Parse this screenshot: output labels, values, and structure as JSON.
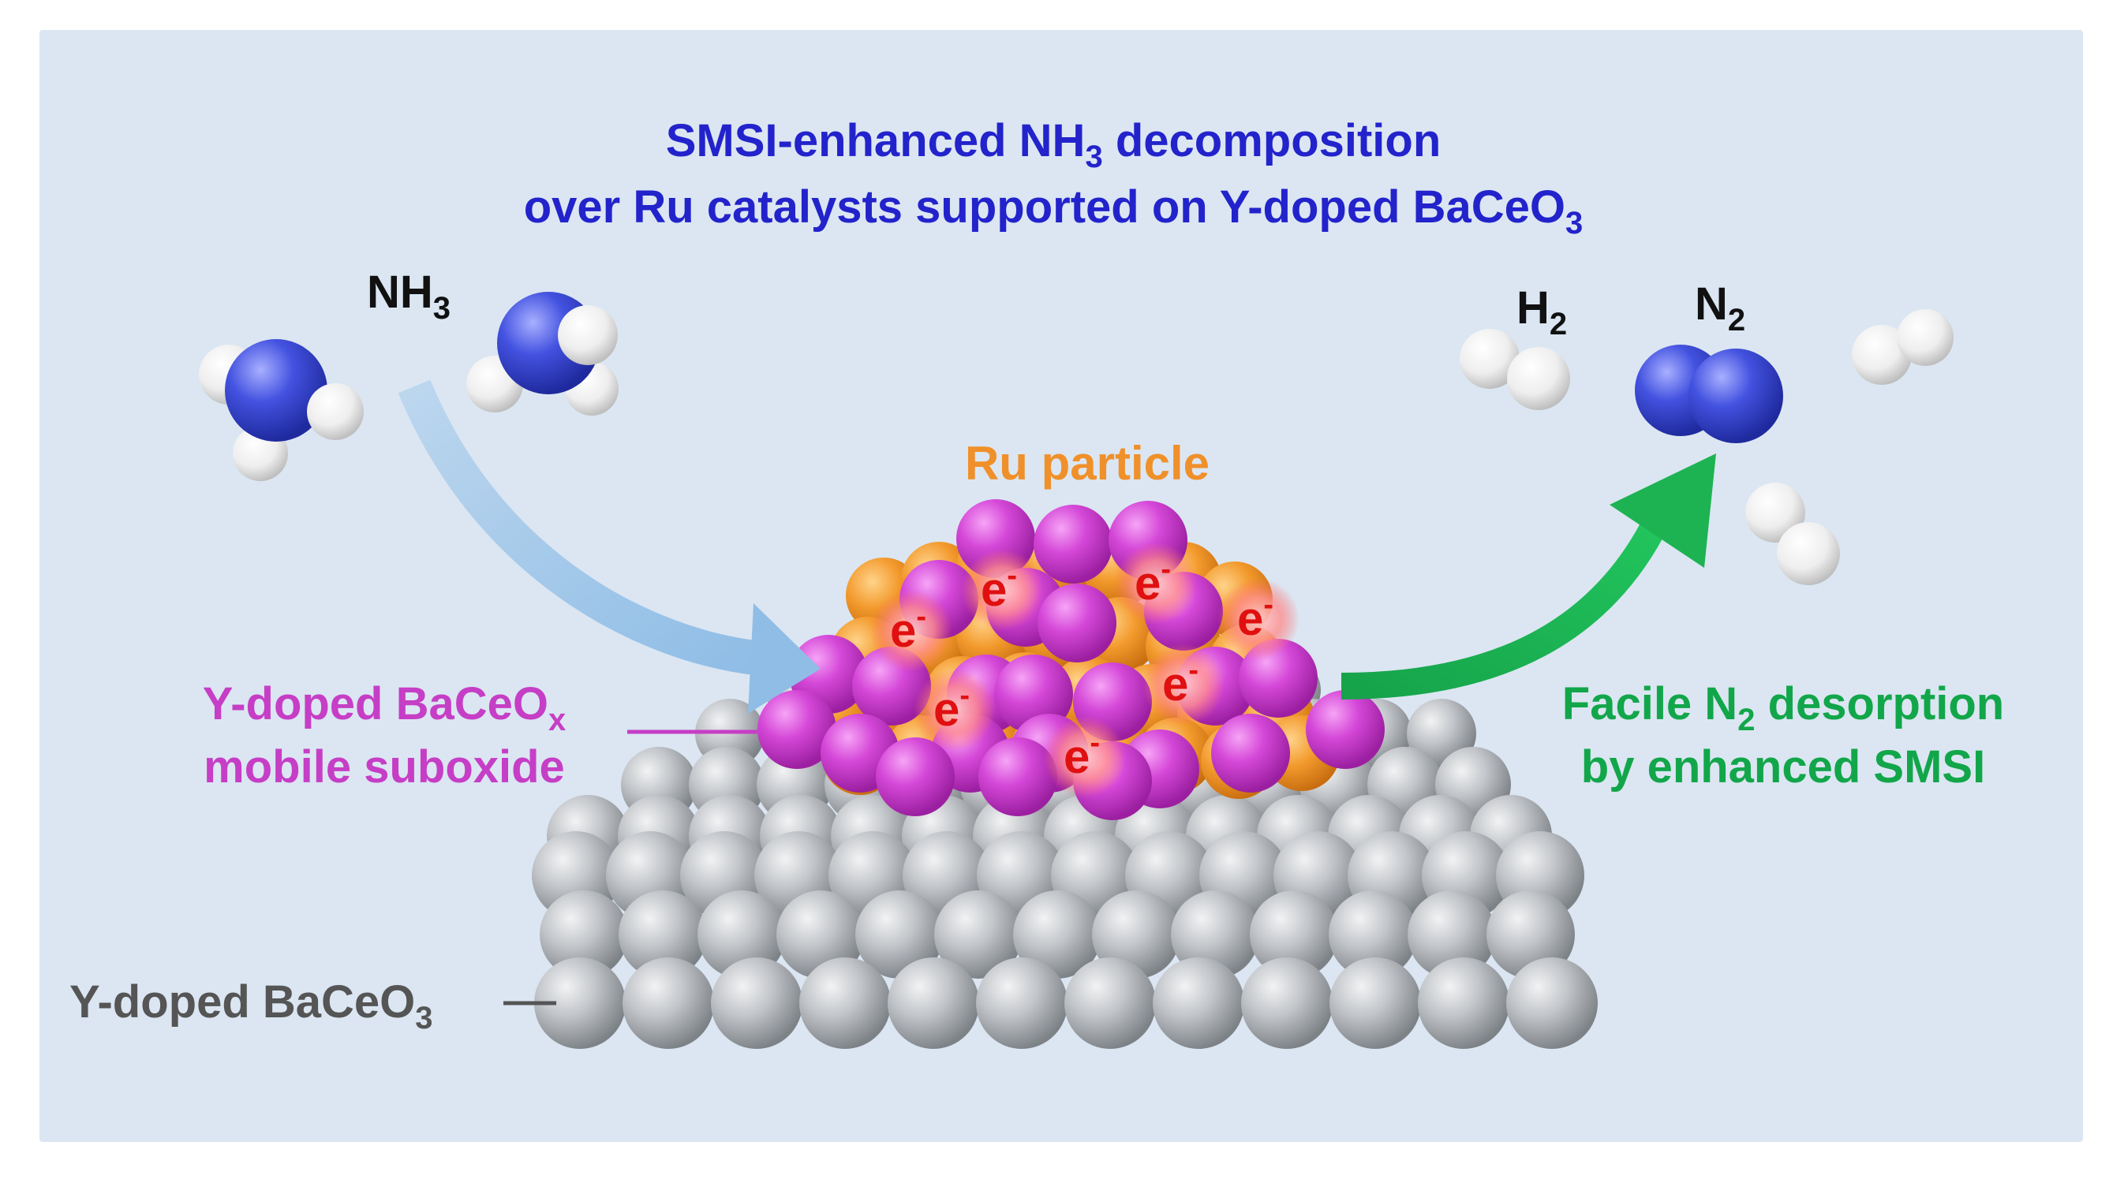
{
  "title": {
    "line1": {
      "pre": "SMSI-enhanced NH",
      "sub": "3",
      "post": " decomposition"
    },
    "line2": {
      "pre": "over Ru catalysts supported on Y-doped BaCeO",
      "sub": "3",
      "post": ""
    }
  },
  "reactant": {
    "text": "NH",
    "sub": "3"
  },
  "products": {
    "h2": {
      "text": "H",
      "sub": "2"
    },
    "n2": {
      "text": "N",
      "sub": "2"
    }
  },
  "ru_particle": "Ru particle",
  "suboxide": {
    "line1": {
      "pre": "Y-doped BaCeO",
      "sub": "x"
    },
    "line2": "mobile suboxide"
  },
  "support": {
    "pre": "Y-doped BaCeO",
    "sub": "3"
  },
  "desorption": {
    "line1": {
      "pre": "Facile N",
      "sub": "2",
      "post": " desorption"
    },
    "line2": "by enhanced SMSI"
  },
  "electron": {
    "base": "e",
    "sup": "-"
  },
  "colors": {
    "panel": "#dbe6f2",
    "title": "#2323cc",
    "ru": "#f0902a",
    "suboxide": "#c63ec6",
    "support": "#555555",
    "desorption": "#12a64a",
    "electron": "#e01010",
    "nitrogen": "#3a47d6",
    "hydrogen": "#f4f4f4",
    "support_sphere": "#b8bcc1"
  },
  "icons": {
    "reactant_arrow": "curved-arrow-icon",
    "product_arrow": "curved-arrow-icon"
  }
}
